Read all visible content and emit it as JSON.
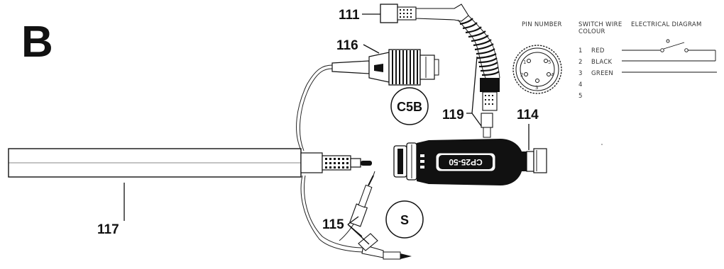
{
  "figure": {
    "panel_letter": "B",
    "callouts": {
      "c111": "111",
      "c116": "116",
      "c119": "119",
      "c114": "114",
      "c117": "117",
      "c115": "115"
    },
    "circle_labels": {
      "c5b": "C5B",
      "s": "S"
    },
    "handle_label": "CP25-50",
    "wiring": {
      "pin_number_header": "PIN NUMBER",
      "switch_wire_header_1": "SWITCH WIRE",
      "switch_wire_header_2": "COLOUR",
      "electrical_header": "ELECTRICAL DIAGRAM",
      "rows": [
        {
          "pin": "1",
          "colour": "RED"
        },
        {
          "pin": "2",
          "colour": "BLACK"
        },
        {
          "pin": "3",
          "colour": "GREEN"
        },
        {
          "pin": "4",
          "colour": ""
        },
        {
          "pin": "5",
          "colour": ""
        }
      ]
    }
  }
}
